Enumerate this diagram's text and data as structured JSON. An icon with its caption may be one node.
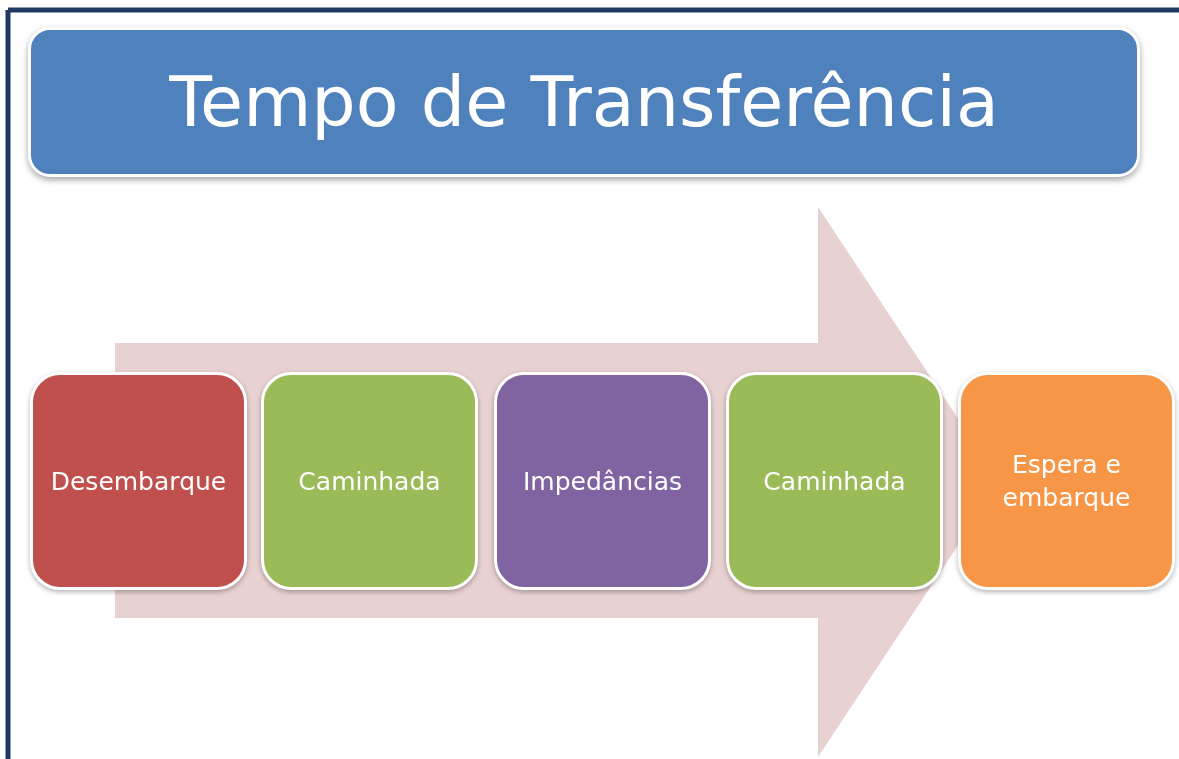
{
  "diagram": {
    "title": "Tempo de Transferência",
    "nodes": [
      {
        "text": [
          "Desembarque"
        ]
      },
      {
        "text": [
          "Caminhada"
        ]
      },
      {
        "text": [
          "Impedâncias"
        ]
      },
      {
        "text": [
          "Caminhada"
        ]
      },
      {
        "text": [
          "Espera e embarque"
        ]
      }
    ],
    "edges": [
      {
        "from": 0,
        "to": 4,
        "arrow": "to"
      }
    ]
  }
}
